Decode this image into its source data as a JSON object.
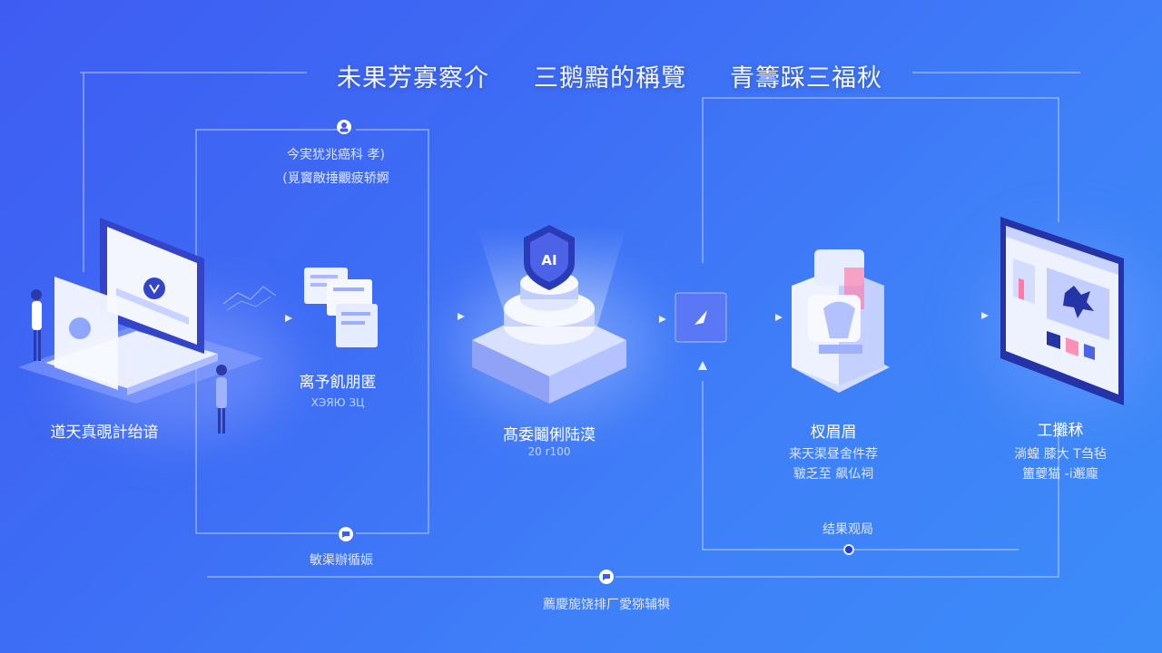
{
  "header": {
    "segments": [
      "未果芳寡察介",
      "三鹅黯的稱覽",
      "青籌踩三福秋"
    ]
  },
  "stages": {
    "input": {
      "label": "道天真覗計绐谙"
    },
    "info": {
      "line1": "今実犹兆癌科 孝)",
      "line2": "(覓竇敵捶覼疲轿婀",
      "label": "离予飢朋匿",
      "sub": "ХЭЯЮ ЗЦ"
    },
    "core": {
      "label": "髙委鬮俐陆漠",
      "sub": "20 r100"
    },
    "process": {
      "label": "杈眉眉",
      "sub1": "来天渠昼舍件荐",
      "sub2": "皲乏至 飙仏祠"
    },
    "output": {
      "label": "工攤秫",
      "sub1": "淌蝗 膝大 T刍毡",
      "sub2": "簠夔猫 -i邂龐"
    }
  },
  "loops": {
    "left_bottom": "敏渠辦循娠",
    "result": "结果观局",
    "bottom": "薦慶旎饶排厂愛猕辅犋"
  },
  "icons": [
    "person-icon",
    "chat-icon",
    "message-icon",
    "shield-logo-icon",
    "arrow-icon",
    "laptop-icon",
    "document-stack-icon",
    "pedestal-icon",
    "robot-icon",
    "monitor-icon"
  ],
  "colors": {
    "bg_start": "#3f5cf2",
    "bg_end": "#3b8cf9",
    "line": "#cfdcff"
  }
}
